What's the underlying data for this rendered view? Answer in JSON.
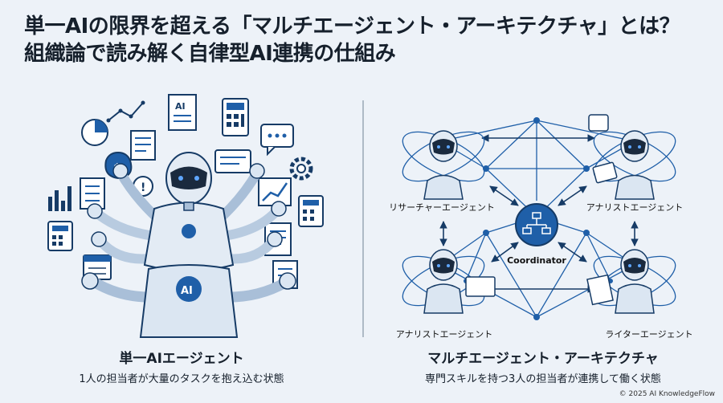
{
  "title": {
    "line1": "単一AIの限界を超える「マルチエージェント・アーキテクチャ」とは？",
    "line2": "組織論で読み解く自律型AI連携の仕組み"
  },
  "left": {
    "caption_title": "単一AIエージェント",
    "caption_sub": "1人の担当者が大量のタスクを抱え込む状態",
    "chest_label": "AI",
    "doc_label": "AI"
  },
  "right": {
    "caption_title": "マルチエージェント・アーキテクチャ",
    "caption_sub": "専門スキルを持つ3人の担当者が連携して働く状態",
    "coordinator": "Coordinator",
    "agents": {
      "top_left": "リサーチャーエージェント",
      "top_right": "アナリストエージェント",
      "bottom_left": "アナリストエージェント",
      "bottom_right": "ライターエージェント"
    }
  },
  "copyright": "© 2025 AI KnowledgeFlow",
  "colors": {
    "primary": "#1f5fa8",
    "dark": "#163b66",
    "light": "#cfe0f3",
    "background": "#edf2f8"
  }
}
